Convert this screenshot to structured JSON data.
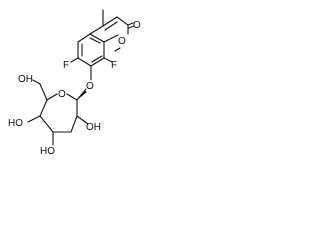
{
  "molecule": {
    "atom_labels": {
      "carbonyl_oxygen": "O",
      "ring_oxygen": "O",
      "fluorine_left": "F",
      "fluorine_right": "F",
      "glycosidic_oxygen": "O",
      "sugar_ring_oxygen": "O",
      "hydroxymethyl": "OH",
      "hydroxyl_c4": "HO",
      "hydroxyl_c3": "HO",
      "hydroxyl_c2": "OH"
    }
  }
}
